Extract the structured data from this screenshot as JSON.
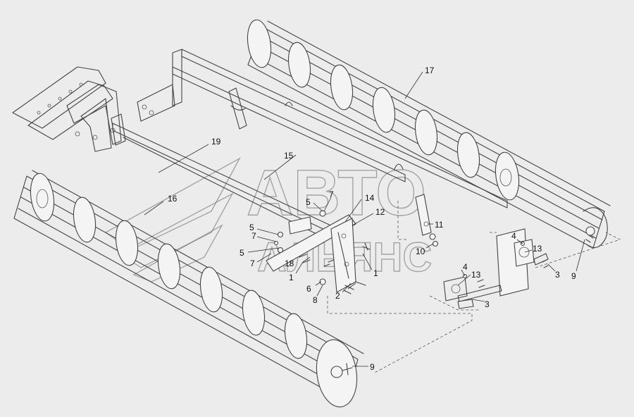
{
  "watermark": {
    "line1": "АВТО",
    "line2": "АЛЬЯНС"
  },
  "callouts": {
    "c1a": "1",
    "c1b": "1",
    "c2": "2",
    "c3a": "3",
    "c3b": "3",
    "c4a": "4",
    "c4b": "4",
    "c5a": "5",
    "c5b": "5",
    "c5c": "5",
    "c6": "6",
    "c7a": "7",
    "c7b": "7",
    "c7c": "7",
    "c8": "8",
    "c9a": "9",
    "c9b": "9",
    "c10": "10",
    "c11": "11",
    "c12": "12",
    "c13a": "13",
    "c13b": "13",
    "c14": "14",
    "c15": "15",
    "c16": "16",
    "c17": "17",
    "c18": "18",
    "c19": "19"
  }
}
